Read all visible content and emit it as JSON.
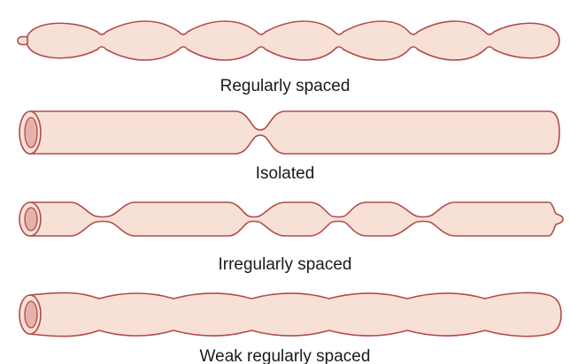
{
  "figure": {
    "panels": [
      {
        "label": "Regularly spaced",
        "pattern": "regular-bulges"
      },
      {
        "label": "Isolated",
        "pattern": "single-constriction"
      },
      {
        "label": "Irregularly spaced",
        "pattern": "irregular-bulges"
      },
      {
        "label": "Weak regularly spaced",
        "pattern": "shallow-regular-bulges"
      }
    ],
    "colors": {
      "fill": "#f7e1d7",
      "outline": "#b24a4a",
      "lumen": "#e4b2ab",
      "text": "#1a1a1a"
    }
  }
}
